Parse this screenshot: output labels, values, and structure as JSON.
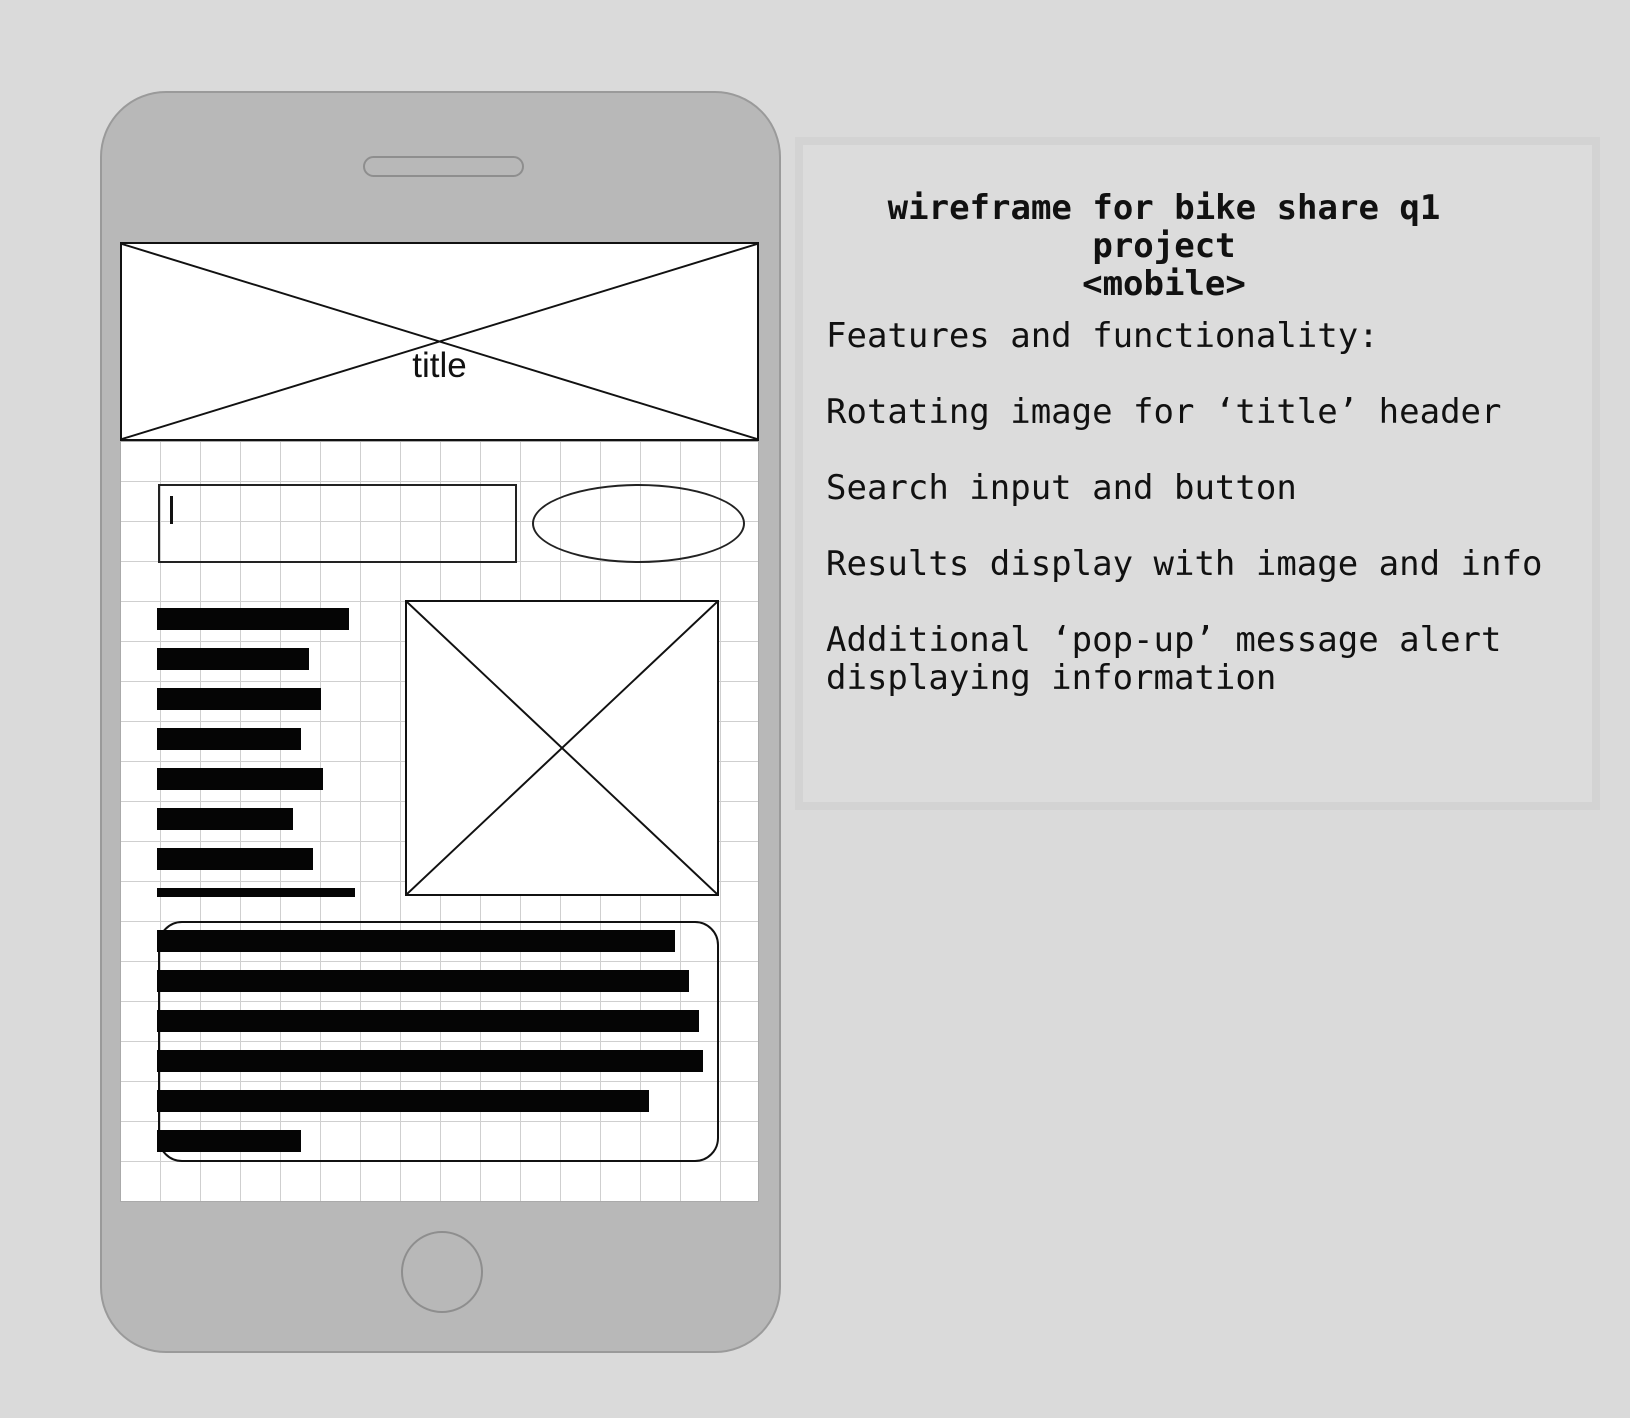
{
  "wireframe": {
    "header_title": "title",
    "info_lines_count": 8,
    "popup_lines_count": 6
  },
  "notes": {
    "title": "wireframe for bike share q1 project\n<mobile>",
    "heading": "Features and functionality:",
    "items": [
      "Rotating image for ‘title’ header",
      "Search input and button",
      "Results display with image and info",
      "Additional ‘pop-up’ message alert\ndisplaying information"
    ]
  }
}
